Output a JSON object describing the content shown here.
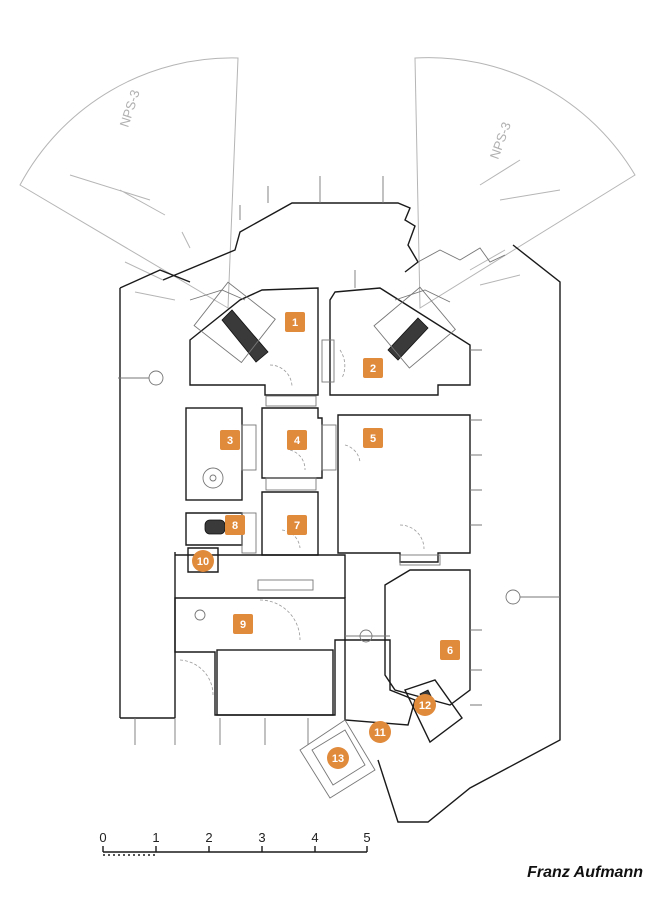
{
  "firing_sectors": [
    {
      "label": "NPS-3"
    },
    {
      "label": "NPS-3"
    }
  ],
  "rooms": [
    {
      "number": "1",
      "shape": "square"
    },
    {
      "number": "2",
      "shape": "square"
    },
    {
      "number": "3",
      "shape": "square"
    },
    {
      "number": "4",
      "shape": "square"
    },
    {
      "number": "5",
      "shape": "square"
    },
    {
      "number": "6",
      "shape": "square"
    },
    {
      "number": "7",
      "shape": "square"
    },
    {
      "number": "8",
      "shape": "square"
    },
    {
      "number": "9",
      "shape": "square"
    },
    {
      "number": "10",
      "shape": "circle"
    },
    {
      "number": "11",
      "shape": "circle"
    },
    {
      "number": "12",
      "shape": "circle"
    },
    {
      "number": "13",
      "shape": "circle"
    }
  ],
  "scale_bar": {
    "ticks": [
      "0",
      "1",
      "2",
      "3",
      "4",
      "5"
    ]
  },
  "author": "Franz Aufmann",
  "colors": {
    "marker": "#e08a3c",
    "wall": "#1a1a1a",
    "sector": "#b5b5b5"
  }
}
